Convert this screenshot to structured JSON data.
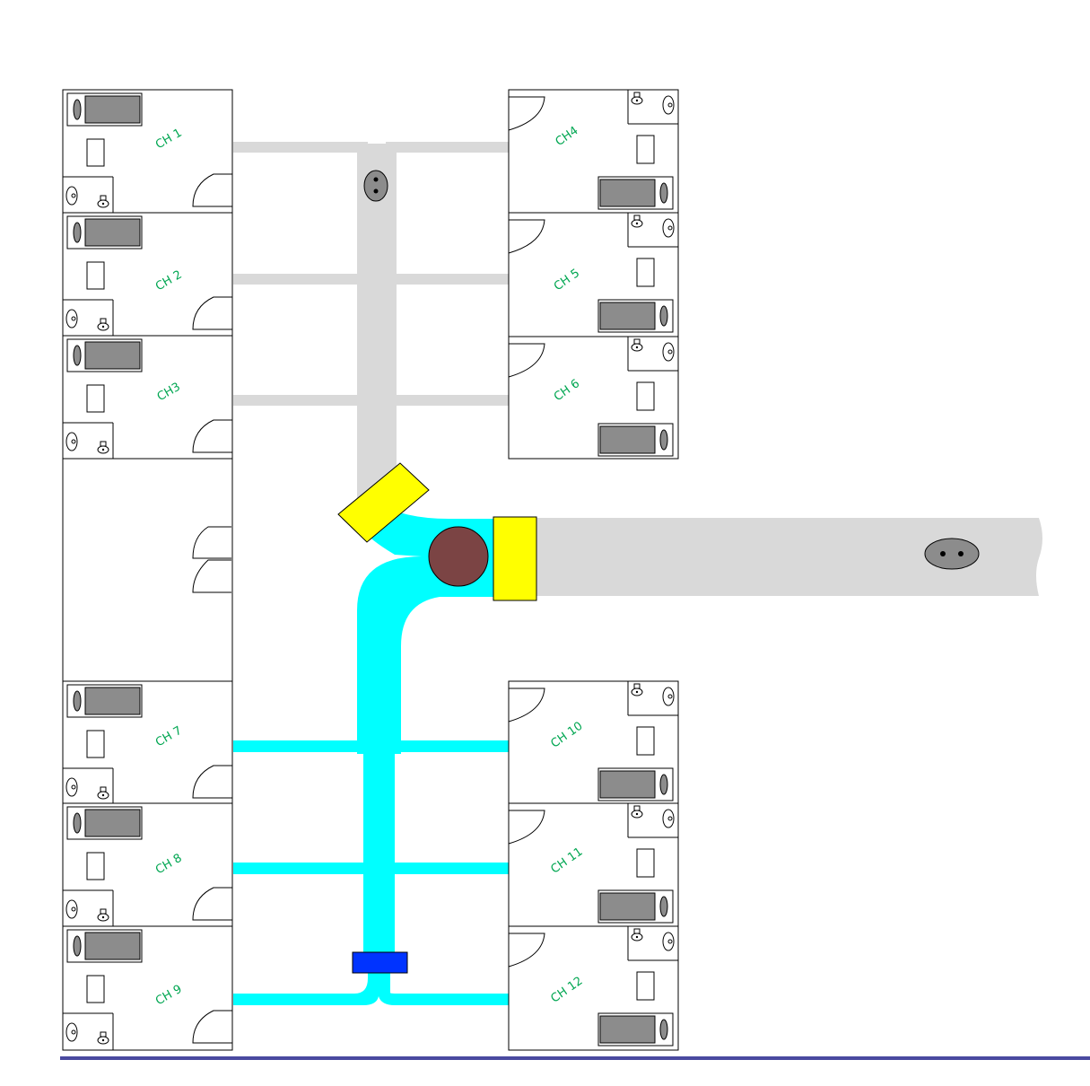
{
  "colors": {
    "background": "#ffffff",
    "corridor_gray": "#d9d9d9",
    "corridor_cyan": "#00ffff",
    "door_panel_yellow": "#ffff00",
    "hub_circle": "#7b4444",
    "block_blue": "#0033ff",
    "label_green": "#00a651",
    "bed_gray": "#8c8c8c",
    "bottom_rule": "#4a4aa0",
    "wall": "#000000"
  },
  "rooms": [
    {
      "label": "CH 1"
    },
    {
      "label": "CH 2"
    },
    {
      "label": "CH3"
    },
    {
      "label": "CH4"
    },
    {
      "label": "CH 5"
    },
    {
      "label": "CH 6"
    },
    {
      "label": "CH 7"
    },
    {
      "label": "CH 8"
    },
    {
      "label": "CH 9"
    },
    {
      "label": "CH 10"
    },
    {
      "label": "CH 11"
    },
    {
      "label": "CH 12"
    }
  ],
  "icons": {
    "hub": "central-hub-circle",
    "upper_vehicle": "robot-vehicle-icon",
    "right_vehicle": "robot-vehicle-icon",
    "blue_block": "station-block"
  }
}
